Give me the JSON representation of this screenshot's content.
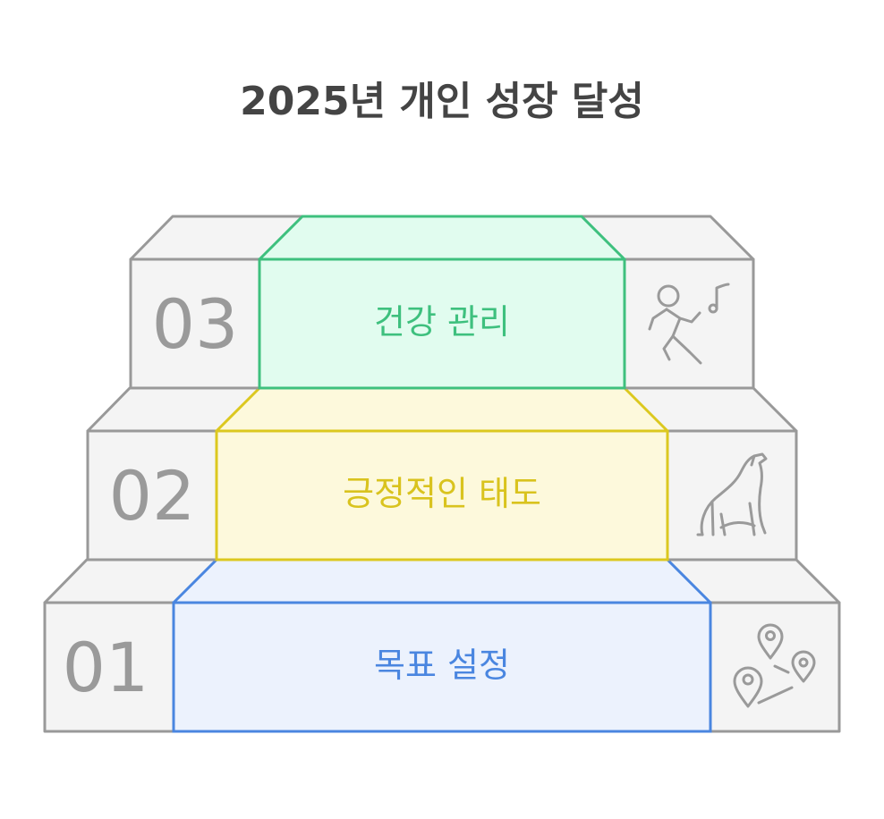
{
  "title": "2025년 개인 성장 달성",
  "steps": [
    {
      "number": "03",
      "label": "건강 관리",
      "icon": "dancing-person-music-icon",
      "colors": {
        "fill": "#e1fcef",
        "stroke": "#3ec07e",
        "text": "#3ec07e"
      }
    },
    {
      "number": "02",
      "label": "긍정적인 태도",
      "icon": "howling-wolf-icon",
      "colors": {
        "fill": "#fdf9dc",
        "stroke": "#dcc81f",
        "text": "#d9c31e"
      }
    },
    {
      "number": "01",
      "label": "목표 설정",
      "icon": "map-pins-route-icon",
      "colors": {
        "fill": "#ecf2fd",
        "stroke": "#4a86e0",
        "text": "#4a86e0"
      }
    }
  ]
}
